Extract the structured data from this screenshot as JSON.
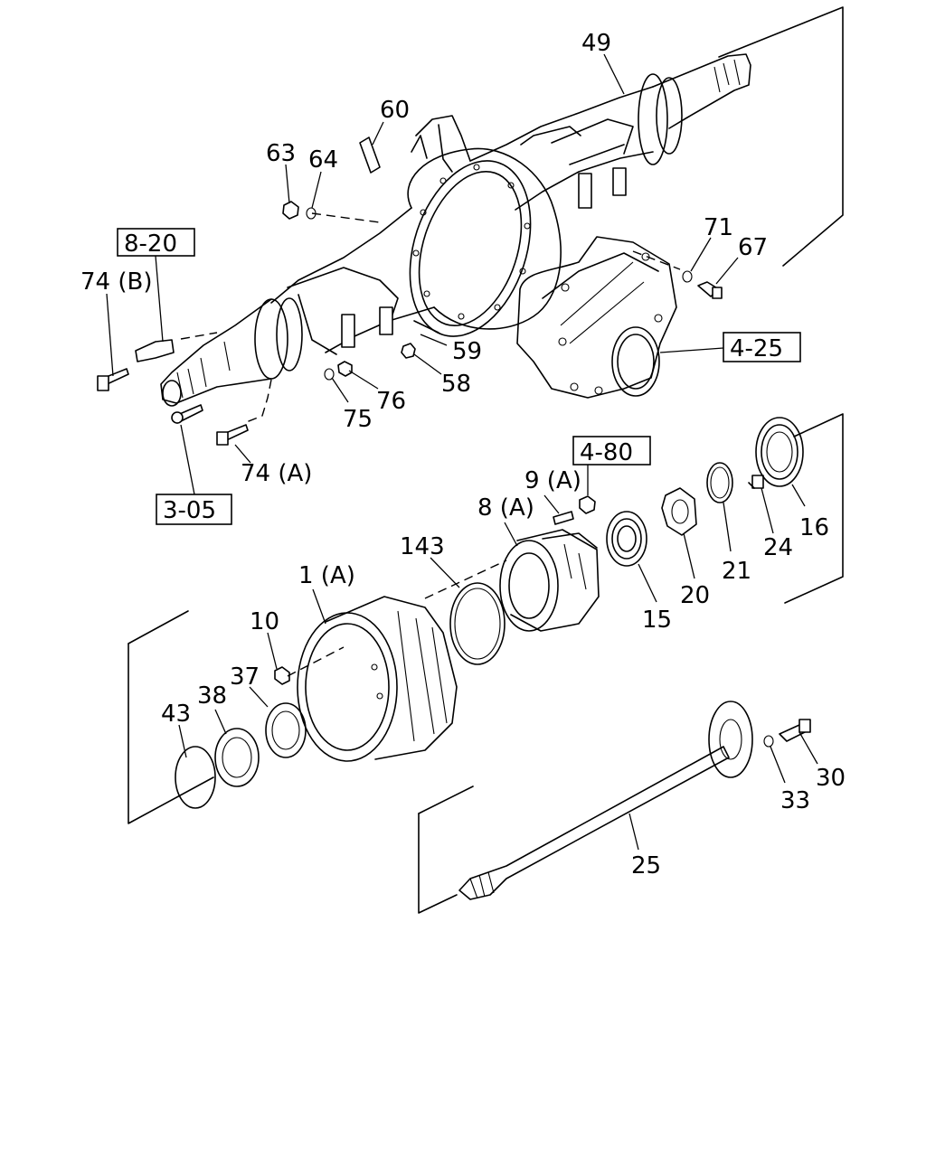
{
  "labels": {
    "p49": "49",
    "p60": "60",
    "p63": "63",
    "p64": "64",
    "p71": "71",
    "p67": "67",
    "p74b": "74 (B)",
    "p59": "59",
    "p58": "58",
    "p76": "76",
    "p75": "75",
    "p74a": "74 (A)",
    "p9a": "9 (A)",
    "p8a": "8 (A)",
    "p143": "143",
    "p1a": "1 (A)",
    "p10": "10",
    "p37": "37",
    "p38": "38",
    "p43": "43",
    "p15": "15",
    "p20": "20",
    "p21": "21",
    "p24": "24",
    "p16": "16",
    "p25": "25",
    "p33": "33",
    "p30": "30"
  },
  "refs": {
    "r820": "8-20",
    "r425": "4-25",
    "r305": "3-05",
    "r480": "4-80"
  }
}
